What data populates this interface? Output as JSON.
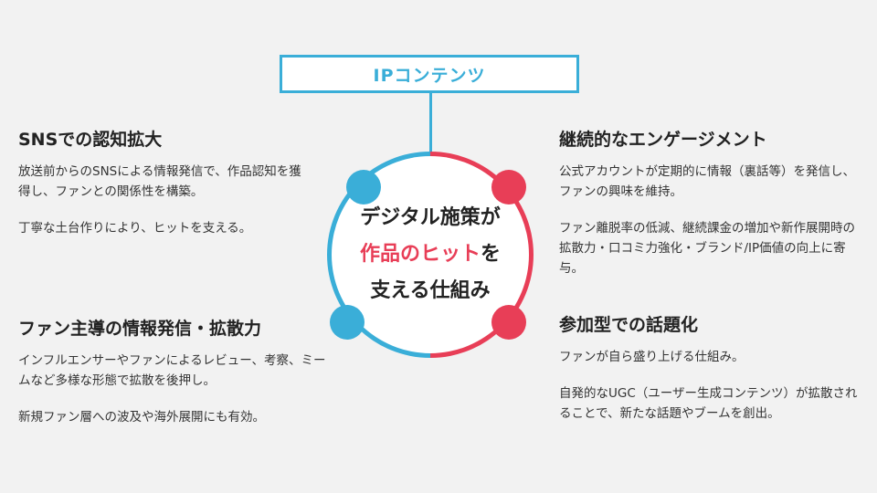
{
  "top_box": {
    "label": "IPコンテンツ"
  },
  "center": {
    "line1": "デジタル施策が",
    "line2_highlight": "作品のヒット",
    "line2_rest": "を",
    "line3": "支える仕組み"
  },
  "blocks": [
    {
      "title": "SNSでの認知拡大",
      "paragraphs": [
        "放送前からのSNSによる情報発信で、作品認知を獲得し、ファンとの関係性を構築。",
        "丁寧な土台作りにより、ヒットを支える。"
      ]
    },
    {
      "title": "ファン主導の情報発信・拡散力",
      "paragraphs": [
        "インフルエンサーやファンによるレビュー、考察、ミームなど多様な形態で拡散を後押し。",
        "新規ファン層への波及や海外展開にも有効。"
      ]
    },
    {
      "title": "継続的なエンゲージメント",
      "paragraphs": [
        "公式アカウントが定期的に情報（裏話等）を発信し、ファンの興味を維持。",
        "ファン離脱率の低減、継続課金の増加や新作展開時の拡散力・口コミ力強化・ブランド/IP価値の向上に寄与。"
      ]
    },
    {
      "title": "参加型での話題化",
      "paragraphs": [
        "ファンが自ら盛り上げる仕組み。",
        "自発的なUGC（ユーザー生成コンテンツ）が拡散されることで、新たな話題やブームを創出。"
      ]
    }
  ],
  "colors": {
    "blue": "#3aaed8",
    "red": "#e83e57",
    "background": "#f2f2f2"
  }
}
